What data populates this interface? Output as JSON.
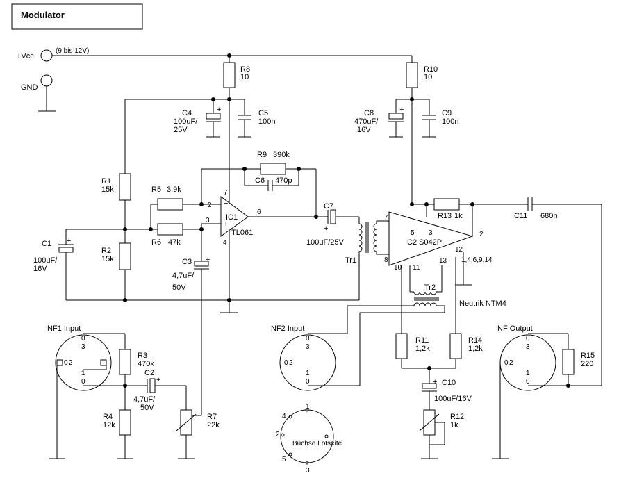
{
  "title": "Modulator",
  "supply": {
    "vcc": "+Vcc",
    "range": "(9 bis 12V)",
    "gnd": "GND"
  },
  "labels": {
    "r8": "R8",
    "r8_val": "10",
    "r10": "R10",
    "r10_val": "10",
    "c4": "C4",
    "c4_val1": "100uF/",
    "c4_val2": "25V",
    "c5": "C5",
    "c5_val": "100n",
    "c8": "C8",
    "c8_val1": "470uF/",
    "c8_val2": "16V",
    "c9": "C9",
    "c9_val": "100n",
    "r9": "R9",
    "r9_val": "390k",
    "c6": "C6",
    "c6_val": "470p",
    "r1": "R1",
    "r1_val": "15k",
    "r2": "R2",
    "r2_val": "15k",
    "r5": "R5",
    "r5_val": "3,9k",
    "r6": "R6",
    "r6_val": "47k",
    "ic1": "IC1",
    "ic1_type": "TL061",
    "ic1_p2": "2",
    "ic1_p3": "3",
    "ic1_p4": "4",
    "ic1_p6": "6",
    "ic1_p7": "7",
    "c7": "C7",
    "c7_val": "100uF/25V",
    "tr1": "Tr1",
    "c1": "C1",
    "c1_val1": "100uF/",
    "c1_val2": "16V",
    "c3": "C3",
    "c3_val1": "4,7uF/",
    "c3_val2": "50V",
    "r13": "R13",
    "r13_val": "1k",
    "c11": "C11",
    "c11_val": "680n",
    "ic2": "IC2",
    "ic2_type": "S042P",
    "ic2_p2": "2",
    "ic2_p3": "3",
    "ic2_p5": "5",
    "ic2_p7": "7",
    "ic2_p8": "8",
    "ic2_p10": "10",
    "ic2_p11": "11",
    "ic2_p12": "12",
    "ic2_p13": "13",
    "ic2_gndpins": "1,4,6,9,14",
    "tr2": "Tr2",
    "neutrik": "Neutrik NTM4",
    "nf1": "NF1 Input",
    "nf2": "NF2 Input",
    "nfout": "NF Output",
    "r3": "R3",
    "r3_val": "470k",
    "r4": "R4",
    "r4_val": "12k",
    "c2": "C2",
    "c2_val1": "4,7uF/",
    "c2_val2": "50V",
    "r7": "R7",
    "r7_val": "22k",
    "r11": "R11",
    "r11_val": "1,2k",
    "r14": "R14",
    "r14_val": "1,2k",
    "c10": "C10",
    "c10_val": "100uF/16V",
    "r12": "R12",
    "r12_val": "1k",
    "r15": "R15",
    "r15_val": "220",
    "buchse": "Buchse Lötseite",
    "pin0": "0",
    "pin1": "1",
    "pin2": "2",
    "pin3": "3",
    "pin4": "4",
    "pin5": "5"
  }
}
